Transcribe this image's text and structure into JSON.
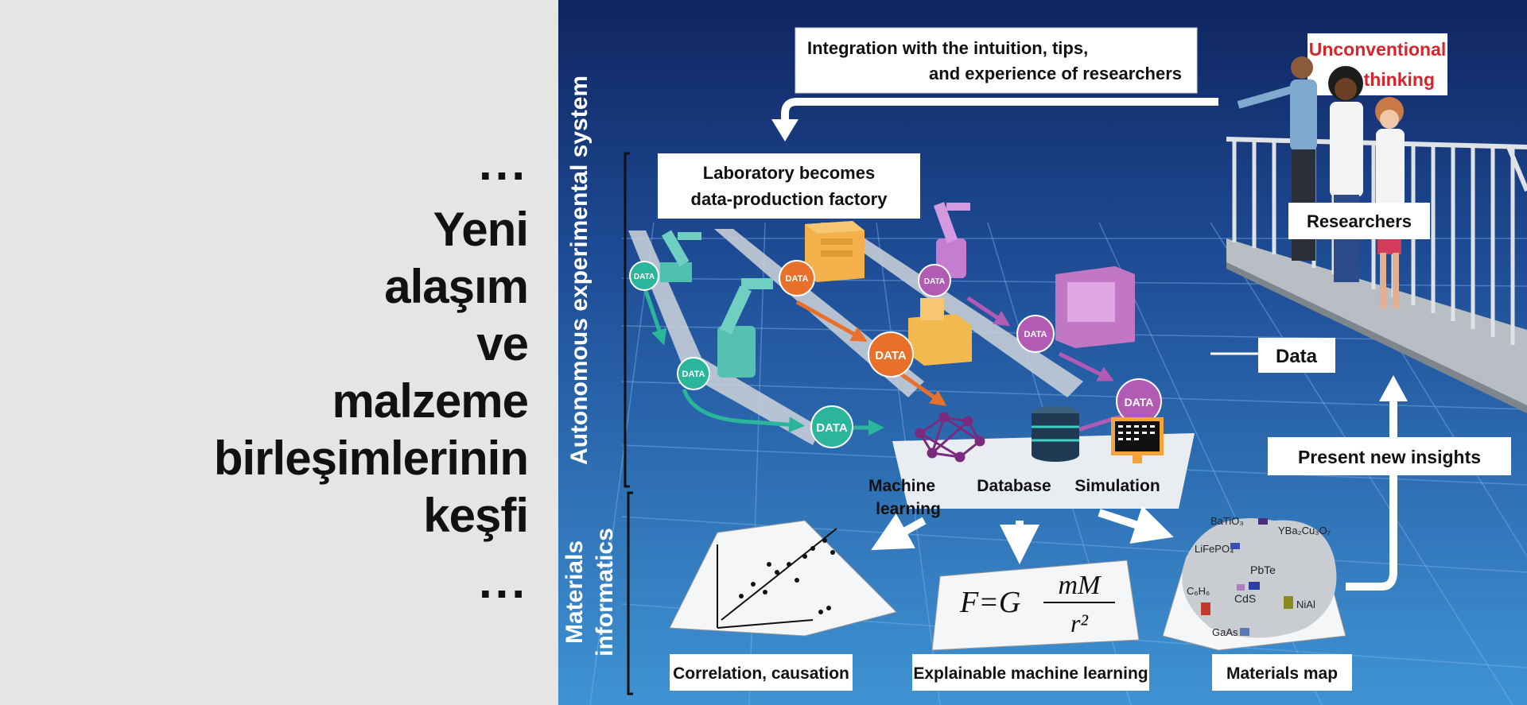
{
  "left_title": {
    "ellipsis_top": "...",
    "lines": [
      "Yeni",
      "alaşım",
      "ve",
      "malzeme",
      "birleşimlerinin",
      "keşfi"
    ],
    "ellipsis_bottom": "..."
  },
  "figure": {
    "vertical_labels": {
      "autonomous": "Autonomous experimental system",
      "materials_line1": "Materials",
      "materials_line2": "informatics"
    },
    "integration_box": [
      "Integration with the intuition, tips,",
      "and experience of researchers"
    ],
    "unconventional": [
      "Unconventional",
      "thinking"
    ],
    "laboratory_box": [
      "Laboratory becomes",
      "data-production factory"
    ],
    "researchers_label": "Researchers",
    "data_label": "Data",
    "data_node_text": "DATA",
    "present_insights": "Present new insights",
    "tools": {
      "ml": [
        "Machine",
        "learning"
      ],
      "database": "Database",
      "simulation": "Simulation"
    },
    "outputs": {
      "correlation": "Correlation, causation",
      "explainable": "Explainable machine learning",
      "materials_map": "Materials map"
    },
    "formula": {
      "lhs": "F=G",
      "numerator": "mM",
      "denominator": "r²"
    },
    "materials": [
      "BaTiO₃",
      "YBa₂Cu₃O₇",
      "LiFePO₄",
      "PbTe",
      "C₆H₆",
      "CdS",
      "NiAl",
      "GaAs"
    ],
    "colors": {
      "teal": "#2bb59a",
      "orange": "#e8702a",
      "purple": "#b25bb5",
      "unconventional_red": "#d8232a",
      "background_top": "#132a6b",
      "background_bottom": "#3d8ed0"
    }
  }
}
